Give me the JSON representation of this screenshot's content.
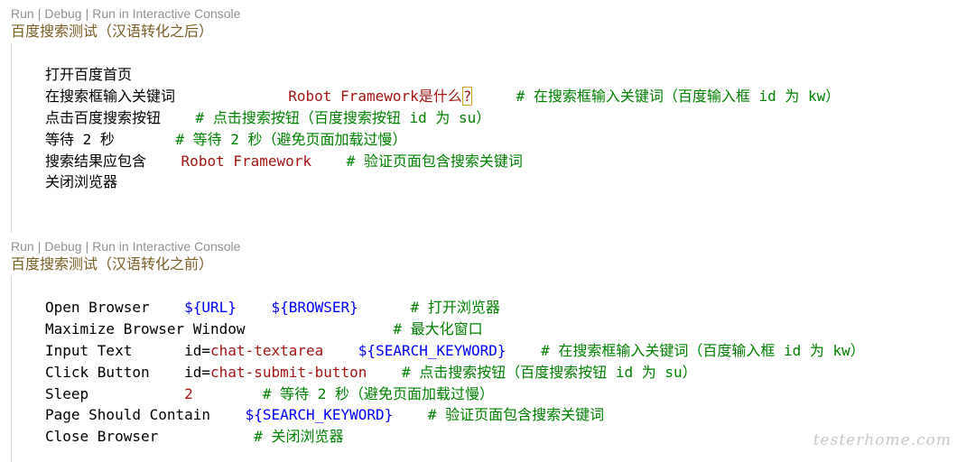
{
  "blocks": [
    {
      "codelens": {
        "run": "Run",
        "debug": "Debug",
        "console": "Run in Interactive Console",
        "sep": "|"
      },
      "test_name": "百度搜索测试（汉语转化之后）",
      "lines": [
        {
          "keyword": "打开百度首页",
          "args": [],
          "gap": "",
          "comment": ""
        },
        {
          "keyword": "在搜索框输入关键词",
          "args": [
            "Robot Framework是什么?"
          ],
          "gap": "     ",
          "comment": "# 在搜索框输入关键词（百度输入框 id 为 kw）",
          "cursor_after": "?"
        },
        {
          "keyword": "点击百度搜索按钮",
          "args": [],
          "gap": "",
          "comment": "# 点击搜索按钮（百度搜索按钮 id 为 su）"
        },
        {
          "keyword": "等待 2 秒",
          "args": [],
          "gap": "",
          "comment": "# 等待 2 秒（避免页面加载过慢）"
        },
        {
          "keyword": "搜索结果应包含",
          "args": [
            "Robot Framework"
          ],
          "gap": "    ",
          "comment": "# 验证页面包含搜索关键词"
        },
        {
          "keyword": "关闭浏览器",
          "args": [],
          "gap": "",
          "comment": ""
        }
      ]
    },
    {
      "codelens": {
        "run": "Run",
        "debug": "Debug",
        "console": "Run in Interactive Console",
        "sep": "|"
      },
      "test_name": "百度搜索测试（汉语转化之前）",
      "lines": [
        {
          "parts": [
            [
              "k",
              "Open Browser    "
            ],
            [
              "v",
              "${URL}"
            ],
            [
              "k",
              "    "
            ],
            [
              "v",
              "${BROWSER}"
            ],
            [
              "k",
              "      "
            ],
            [
              "c",
              "# 打开浏览器"
            ]
          ]
        },
        {
          "parts": [
            [
              "k",
              "Maximize Browser Window                 "
            ],
            [
              "c",
              "# 最大化窗口"
            ]
          ]
        },
        {
          "parts": [
            [
              "k",
              "Input Text      "
            ],
            [
              "k",
              "id="
            ],
            [
              "a",
              "chat-textarea"
            ],
            [
              "k",
              "    "
            ],
            [
              "v",
              "${SEARCH_KEYWORD}"
            ],
            [
              "k",
              "    "
            ],
            [
              "c",
              "# 在搜索框输入关键词（百度输入框 id 为 kw）"
            ]
          ]
        },
        {
          "parts": [
            [
              "k",
              "Click Button    "
            ],
            [
              "k",
              "id="
            ],
            [
              "a",
              "chat-submit-button"
            ],
            [
              "k",
              "    "
            ],
            [
              "c",
              "# 点击搜索按钮（百度搜索按钮 id 为 su）"
            ]
          ]
        },
        {
          "parts": [
            [
              "k",
              "Sleep           "
            ],
            [
              "a",
              "2"
            ],
            [
              "k",
              "        "
            ],
            [
              "c",
              "# 等待 2 秒（避免页面加载过慢）"
            ]
          ]
        },
        {
          "parts": [
            [
              "k",
              "Page Should Contain    "
            ],
            [
              "v",
              "${SEARCH_KEYWORD}"
            ],
            [
              "k",
              "    "
            ],
            [
              "c",
              "# 验证页面包含搜索关键词"
            ]
          ]
        },
        {
          "parts": [
            [
              "k",
              "Close Browser           "
            ],
            [
              "c",
              "# 关闭浏览器"
            ]
          ]
        }
      ]
    }
  ],
  "watermark": "testerhome.com",
  "colors": {
    "keyword": "#000000",
    "argument": "#a31515",
    "variable": "#0000ff",
    "comment": "#008000",
    "codelens": "#919191",
    "test_name": "#795e26"
  }
}
